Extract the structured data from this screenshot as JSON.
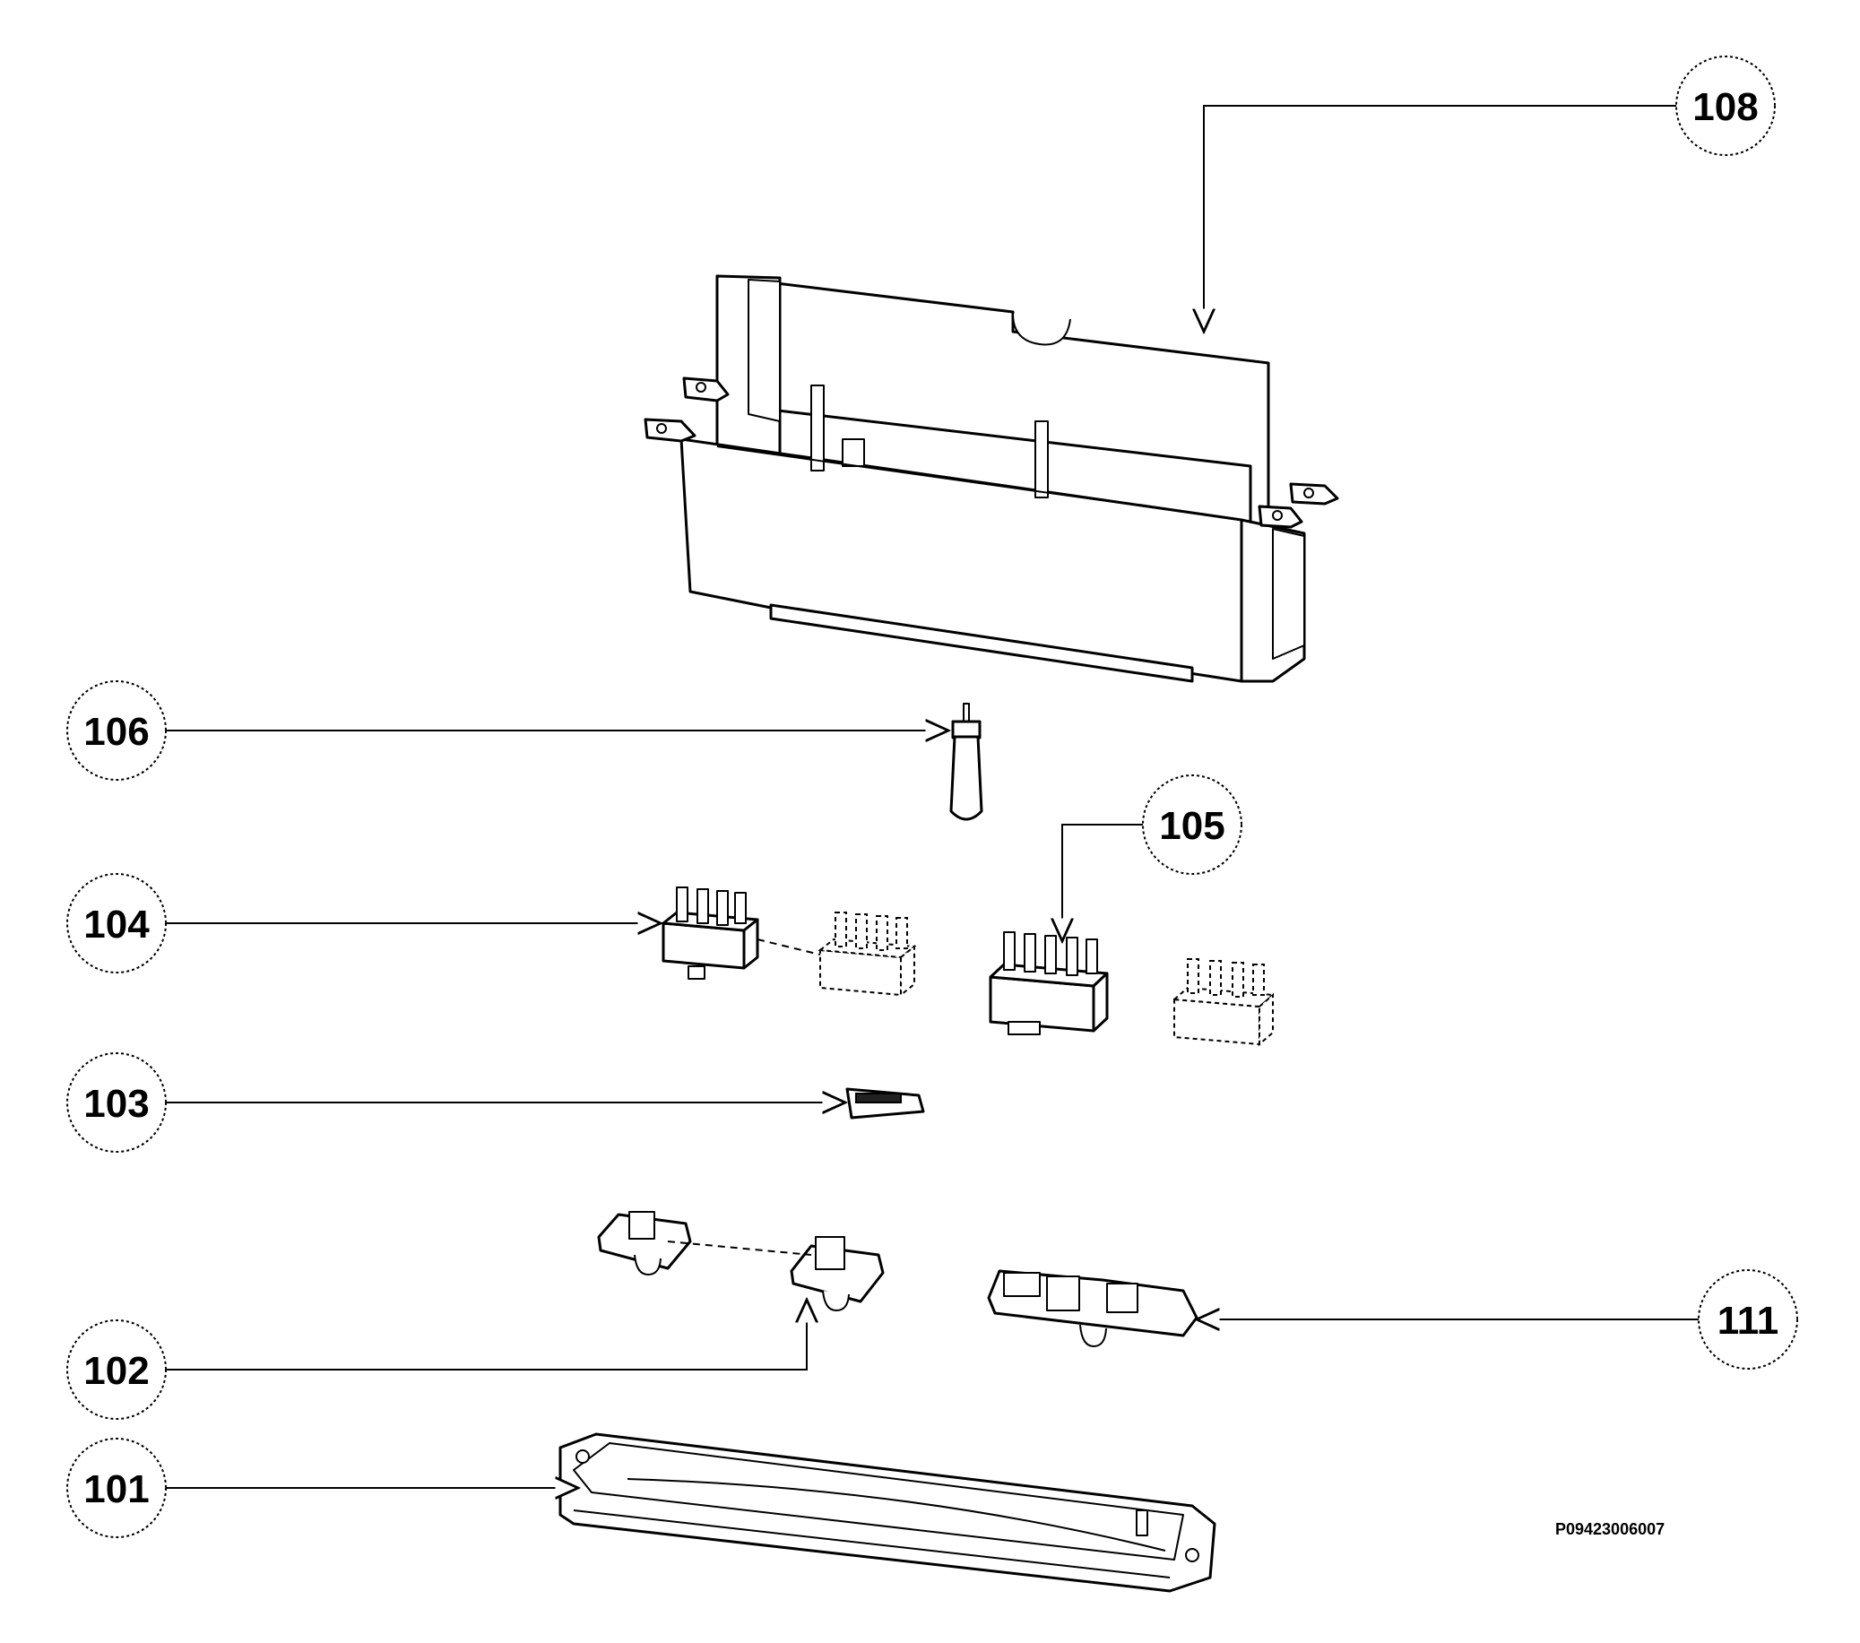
{
  "drawing_ref": "P09423006007",
  "callouts": [
    {
      "id": "108",
      "label": "108"
    },
    {
      "id": "106",
      "label": "106"
    },
    {
      "id": "105",
      "label": "105"
    },
    {
      "id": "104",
      "label": "104"
    },
    {
      "id": "103",
      "label": "103"
    },
    {
      "id": "111",
      "label": "111"
    },
    {
      "id": "102",
      "label": "102"
    },
    {
      "id": "101",
      "label": "101"
    }
  ]
}
